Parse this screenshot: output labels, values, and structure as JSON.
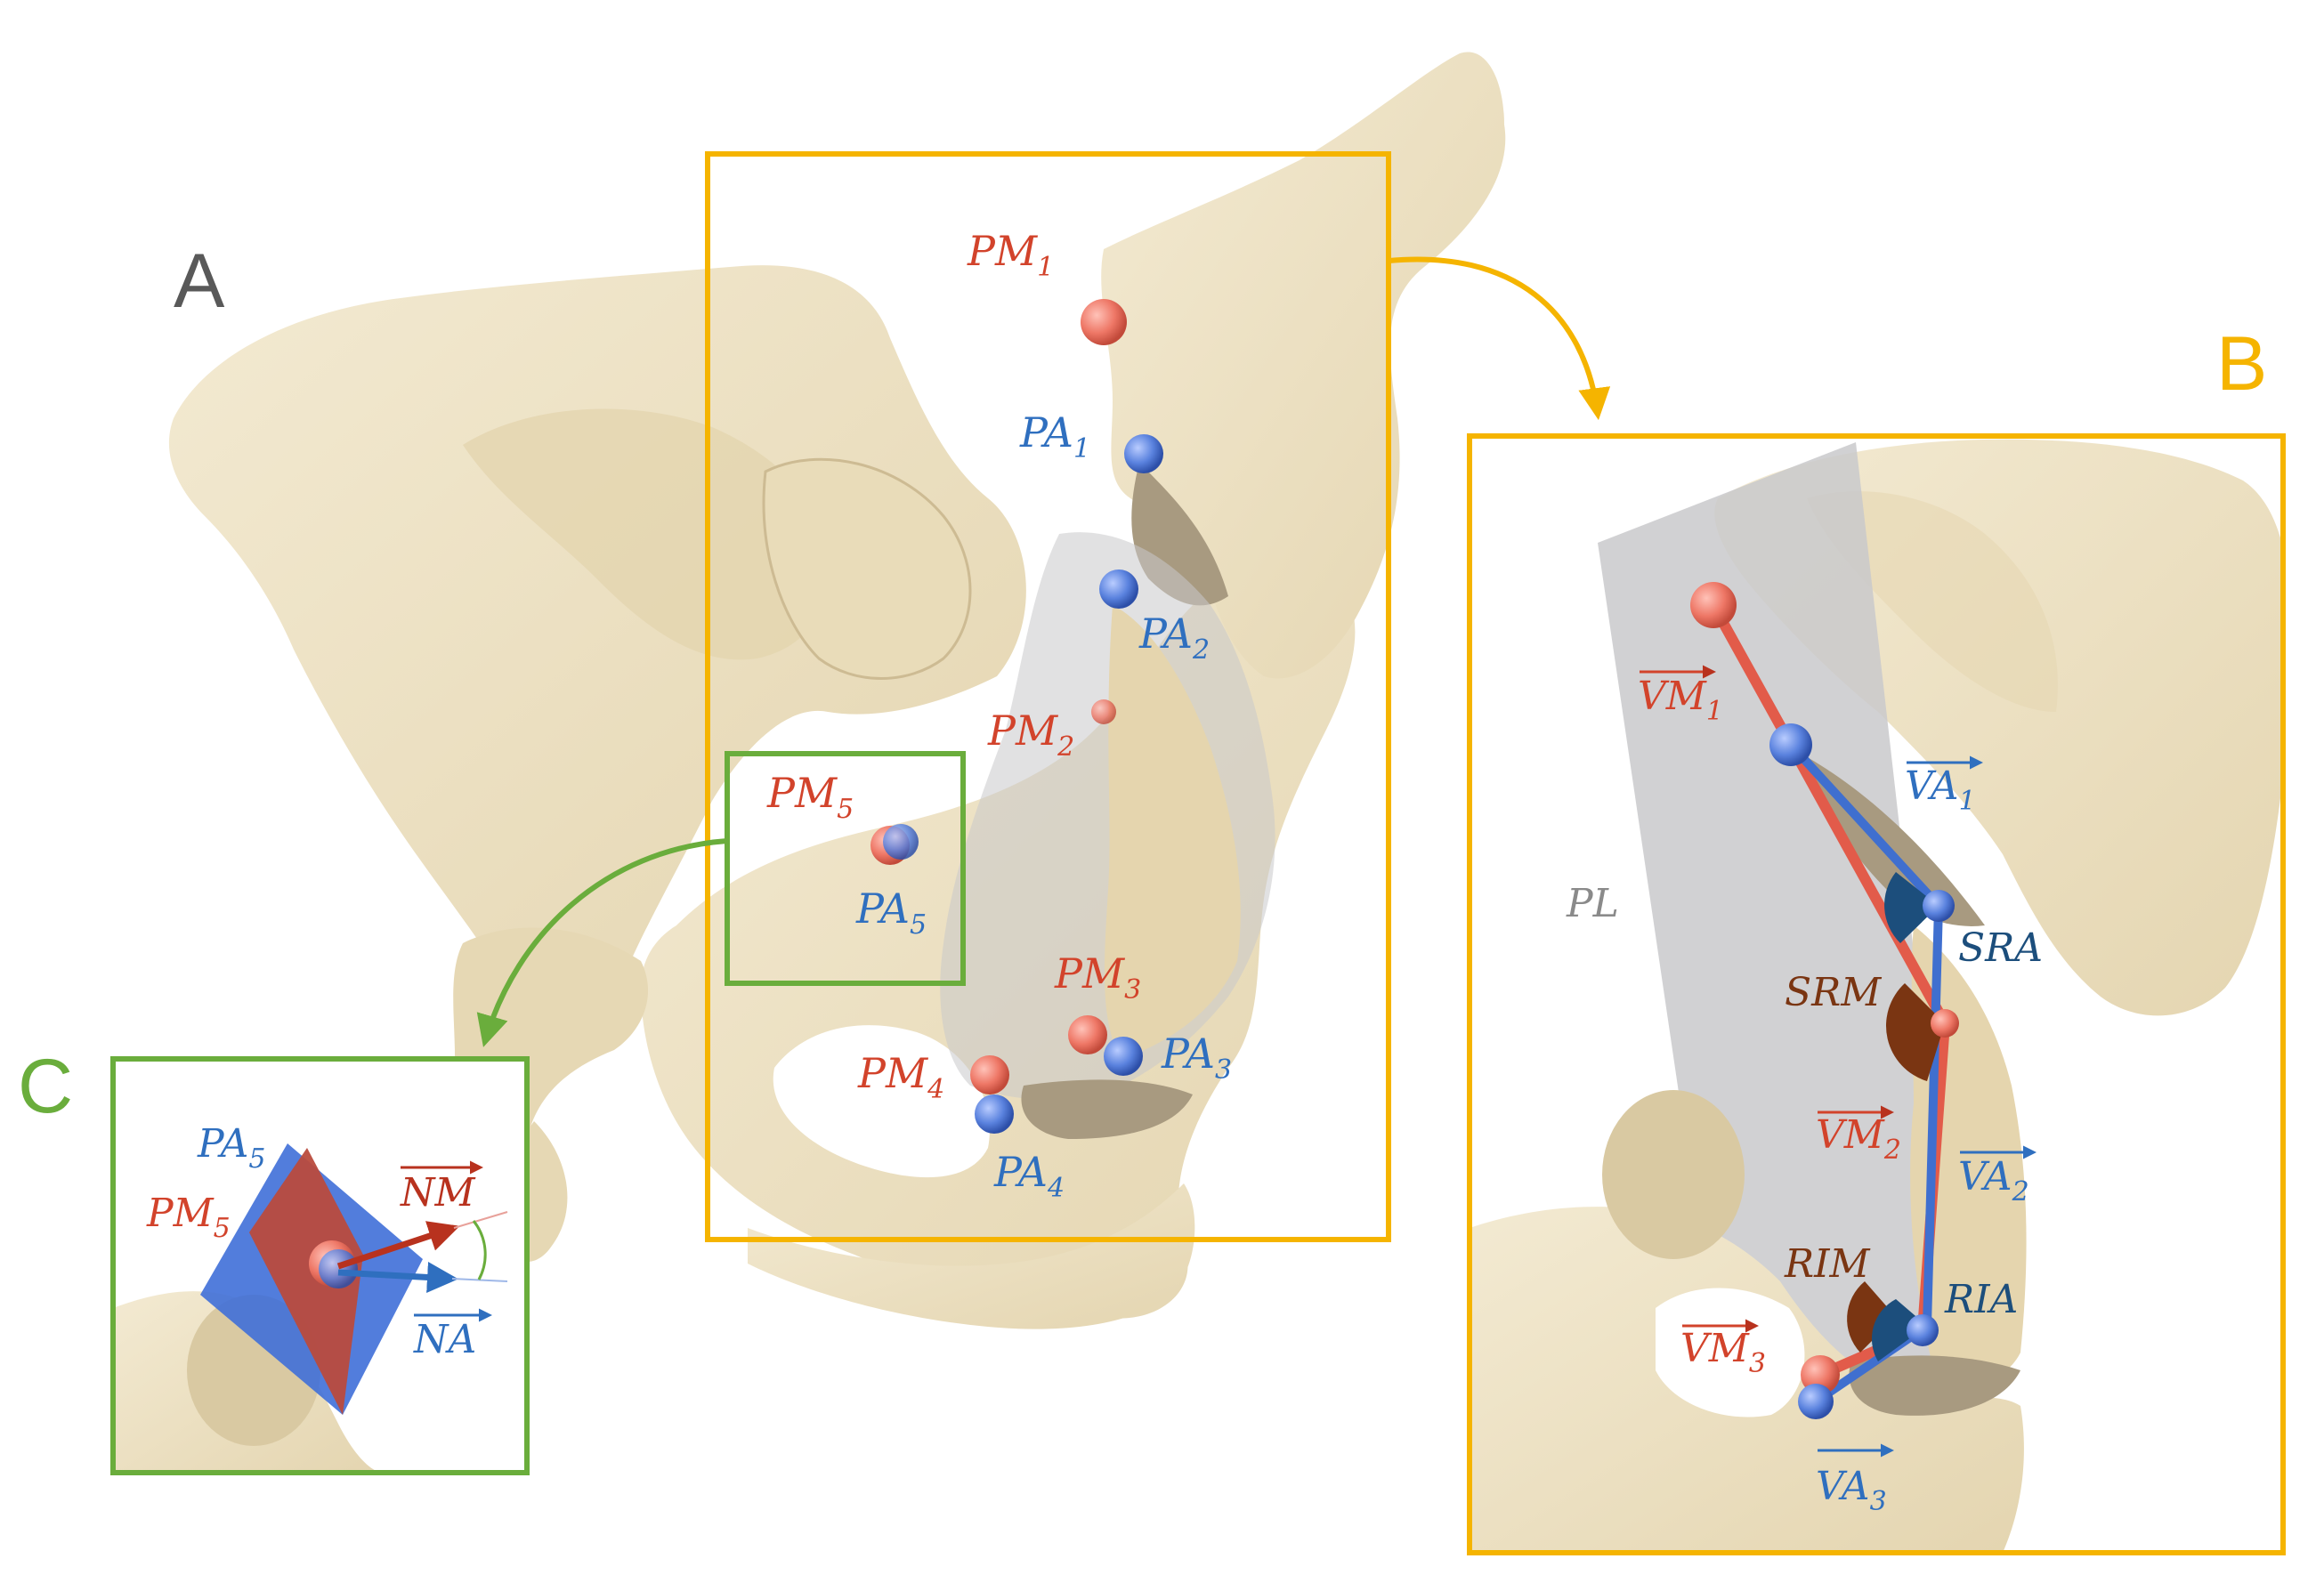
{
  "colors": {
    "bone": "#efe4c8",
    "bone_shade": "#d9c9a2",
    "bone_dark": "#a9987a",
    "gray_plane": "#c9c9cb",
    "red": "#d2432b",
    "red_point": "#f08070",
    "blue": "#2f6fbf",
    "blue_point": "#5c87df",
    "navy": "#1c4e7c",
    "brown": "#7a3512",
    "yellow": "#f5b400",
    "green": "#6aad3c",
    "panel_gray": "#595959"
  },
  "panels": {
    "a": "A",
    "b": "B",
    "c": "C"
  },
  "panel_a": {
    "pm1": {
      "base": "PM",
      "sub": "1"
    },
    "pa1": {
      "base": "PA",
      "sub": "1"
    },
    "pa2": {
      "base": "PA",
      "sub": "2"
    },
    "pm2": {
      "base": "PM",
      "sub": "2"
    },
    "pm5": {
      "base": "PM",
      "sub": "5"
    },
    "pa5": {
      "base": "PA",
      "sub": "5"
    },
    "pm3": {
      "base": "PM",
      "sub": "3"
    },
    "pa3": {
      "base": "PA",
      "sub": "3"
    },
    "pm4": {
      "base": "PM",
      "sub": "4"
    },
    "pa4": {
      "base": "PA",
      "sub": "4"
    }
  },
  "panel_b": {
    "vm1": {
      "base": "VM",
      "sub": "1"
    },
    "va1": {
      "base": "VA",
      "sub": "1"
    },
    "pl": "PL",
    "sra": "SRA",
    "srm": "SRM",
    "vm2": {
      "base": "VM",
      "sub": "2"
    },
    "va2": {
      "base": "VA",
      "sub": "2"
    },
    "rim": "RIM",
    "ria": "RIA",
    "vm3": {
      "base": "VM",
      "sub": "3"
    },
    "va3": {
      "base": "VA",
      "sub": "3"
    }
  },
  "panel_c": {
    "pa5": {
      "base": "PA",
      "sub": "5"
    },
    "pm5": {
      "base": "PM",
      "sub": "5"
    },
    "nm": "NM",
    "na": "NA"
  }
}
